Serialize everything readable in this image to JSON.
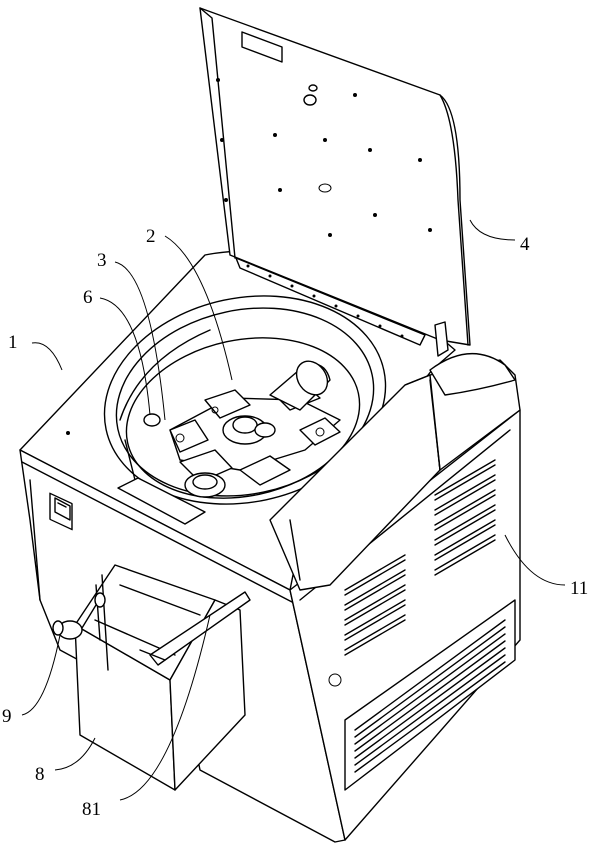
{
  "labels": [
    {
      "id": "label-1",
      "text": "1"
    },
    {
      "id": "label-2",
      "text": "2"
    },
    {
      "id": "label-3",
      "text": "3"
    },
    {
      "id": "label-4",
      "text": "4"
    },
    {
      "id": "label-6",
      "text": "6"
    },
    {
      "id": "label-8",
      "text": "8"
    },
    {
      "id": "label-9",
      "text": "9"
    },
    {
      "id": "label-11",
      "text": "11"
    },
    {
      "id": "label-81",
      "text": "81"
    }
  ]
}
